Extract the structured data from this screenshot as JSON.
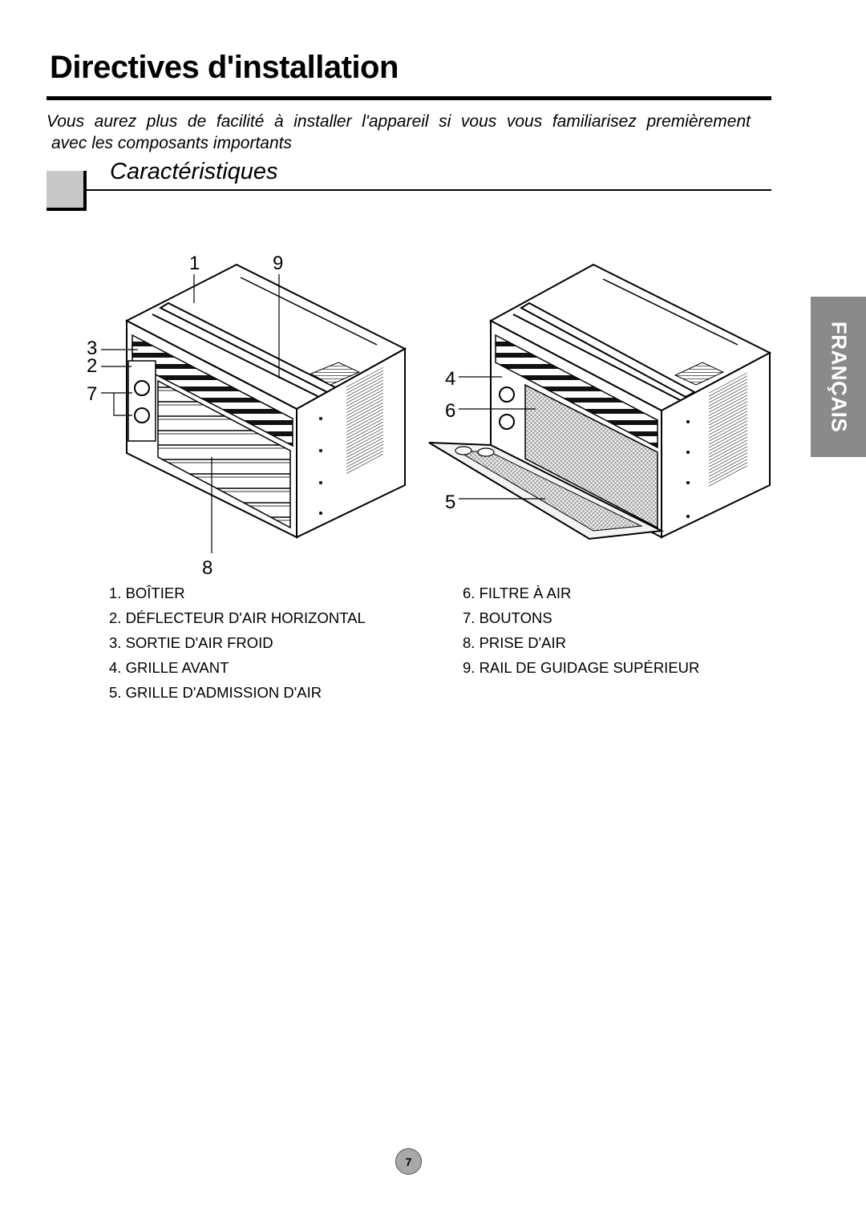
{
  "header": {
    "title": "Directives d'installation",
    "intro_line1": "Vous aurez plus de facilité à installer l'appareil si vous vous familiarisez premièrement",
    "intro_line2": "avec les composants importants"
  },
  "section": {
    "title": "Caractéristiques"
  },
  "language_tab": {
    "label": "FRANÇAIS",
    "color": "#8a8a8a"
  },
  "figure": {
    "callouts": [
      "1",
      "9",
      "3",
      "2",
      "7",
      "8",
      "4",
      "6",
      "5"
    ]
  },
  "parts_left": [
    "1. BOÎTIER",
    "2. DÉFLECTEUR D'AIR HORIZONTAL",
    "3. SORTIE D'AIR FROID",
    "4. GRILLE AVANT",
    "5. GRILLE D'ADMISSION D'AIR"
  ],
  "parts_right": [
    "6. FILTRE À AIR",
    "7. BOUTONS",
    "8. PRISE  D'AIR",
    "9. RAIL DE GUIDAGE SUPÉRIEUR"
  ],
  "footer": {
    "page_number": "7"
  }
}
